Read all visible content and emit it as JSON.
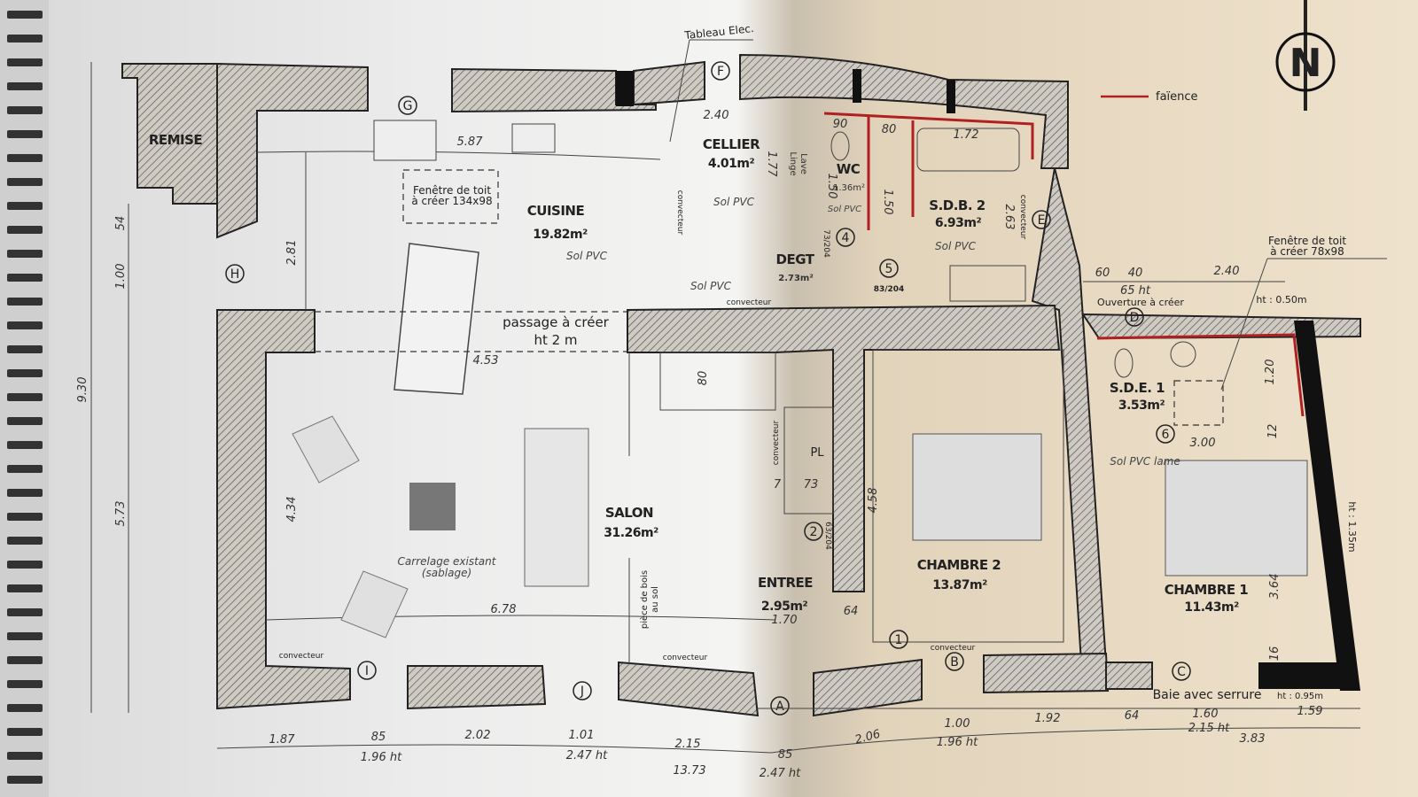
{
  "plan": {
    "rooms": {
      "remise": {
        "name": "REMISE"
      },
      "cuisine": {
        "name": "CUISINE",
        "area": "19.82m²",
        "floor": "Sol PVC"
      },
      "cellier": {
        "name": "CELLIER",
        "area": "4.01m²",
        "floor": "Sol PVC"
      },
      "wc": {
        "name": "WC",
        "area": "1.36m²",
        "floor": "Sol PVC"
      },
      "sdb2": {
        "name": "S.D.B. 2",
        "area": "6.93m²",
        "floor": "Sol PVC"
      },
      "degt": {
        "name": "DEGT",
        "area": "2.73m²",
        "floor": "Sol PVC"
      },
      "salon": {
        "name": "SALON",
        "area": "31.26m²",
        "floor_line1": "Carrelage existant",
        "floor_line2": "(sablage)"
      },
      "entree": {
        "name": "ENTREE",
        "area": "2.95m²"
      },
      "chambre2": {
        "name": "CHAMBRE 2",
        "area": "13.87m²"
      },
      "sde1": {
        "name": "S.D.E. 1",
        "area": "3.53m²",
        "floor": "Sol PVC lame"
      },
      "chambre1": {
        "name": "CHAMBRE 1",
        "area": "11.43m²"
      }
    },
    "annotations": {
      "tableau_elec": "Tableau Elec.",
      "skylight1_line1": "Fenêtre de toit",
      "skylight1_line2": "à créer 134x98",
      "passage_line1": "passage à créer",
      "passage_line2": "ht 2 m",
      "lave_linge_1": "Lave",
      "lave_linge_2": "Linge",
      "convecteur": "convecteur",
      "piece_bois_1": "pièce de bois",
      "piece_bois_2": "au sol",
      "pl": "PL",
      "skylight2_line1": "Fenêtre de toit",
      "skylight2_line2": "à créer 78x98",
      "ouverture": "Ouverture à créer",
      "ht_065": "65 ht",
      "ht_050": "ht : 0.50m",
      "ht_135": "ht : 1.35m",
      "baie": "Baie avec serrure",
      "ht_095": "ht : 0.95m",
      "door4": "73/204",
      "door5": "83/204",
      "door2": "63/204"
    },
    "legend": {
      "faience_label": "faïence",
      "faience_color": "#b02020"
    },
    "compass": {
      "letter": "N",
      "icon": "north-arrow-icon"
    },
    "markers": [
      "A",
      "B",
      "C",
      "D",
      "E",
      "F",
      "G",
      "H",
      "I",
      "J",
      "1",
      "2",
      "4",
      "5",
      "6"
    ],
    "dimensions": {
      "kitchen_width": "5.87",
      "cellier_width": "2.40",
      "kitchen_depth": "2.81",
      "left_54": "54",
      "left_100": "1.00",
      "total_height": "9.30",
      "left_573": "5.73",
      "passage": "4.53",
      "stair": "80",
      "salon_depth": "4.34",
      "salon_width": "6.78",
      "lave": "1.77",
      "wc_90": "90",
      "shower_80": "80",
      "bath": "1.72",
      "wc_150": "1.50",
      "shower_150": "1.50",
      "sdb_263": "2.63",
      "entree_64": "64",
      "entree_170": "1.70",
      "ch2_458": "4.58",
      "stair_73": "73",
      "stair_7": "7",
      "annex_60": "60",
      "annex_40": "40",
      "annex_240": "2.40",
      "sde_120": "1.20",
      "sde_300": "3.00",
      "sde_12": "12",
      "ch1_364": "3.64",
      "ch1_16": "16",
      "b1": "1.87",
      "b2": "85",
      "b3": "2.02",
      "b4": "1.01",
      "b5": "2.15",
      "b6": "85",
      "b7": "2.06",
      "b8": "1.00",
      "b9": "1.92",
      "b10": "64",
      "b11": "1.60",
      "b12": "1.59",
      "ht1": "1.96 ht",
      "ht2": "2.47 ht",
      "ht3": "1.96 ht",
      "ht4": "2.15 ht",
      "ht5": "2.47 ht",
      "r_383": "3.83",
      "total_width": "13.73"
    }
  }
}
